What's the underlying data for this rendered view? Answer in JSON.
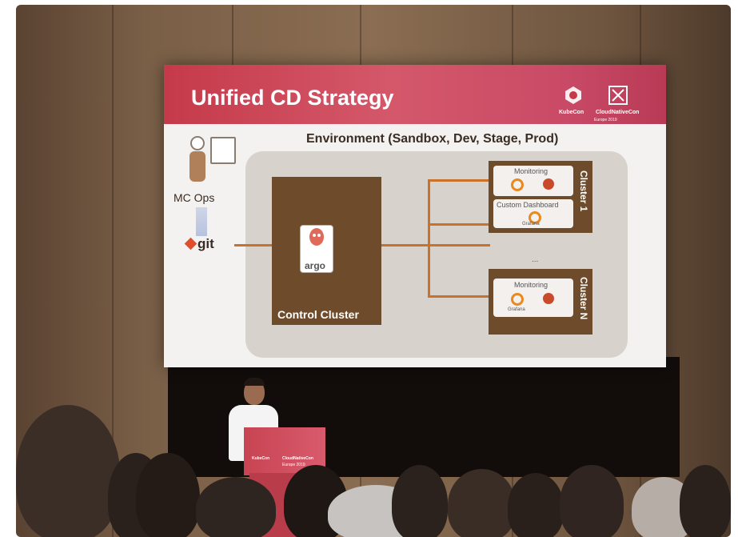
{
  "slide": {
    "title": "Unified CD Strategy",
    "environment_title": "Environment (Sandbox, Dev, Stage, Prod)",
    "mc_ops_label": "MC Ops",
    "git_label": "git",
    "argo_label": "argo",
    "control_cluster_label": "Control Cluster",
    "cluster_1_label": "Cluster 1",
    "cluster_n_label": "Cluster N",
    "monitoring_label": "Monitoring",
    "custom_dashboard_label": "Custom Dashboard",
    "grafana_label": "Grafana",
    "ellipsis": "...",
    "logos": {
      "kubecon": "KubeCon",
      "cloudnativecon": "CloudNativeCon",
      "event": "Europe 2019"
    }
  },
  "podium": {
    "kubecon": "KubeCon",
    "cloudnativecon": "CloudNativeCon",
    "event": "Europe 2019"
  },
  "colors": {
    "header": "#c53a4a",
    "cluster_brown": "#6e4b2b",
    "arrow": "#c9722c",
    "env_box": "#d8d2cd",
    "wall": "#7a5f47"
  },
  "icons": [
    "person-icon",
    "screen-icon",
    "git-icon",
    "argo-icon",
    "grafana-icon",
    "prometheus-icon",
    "kubecon-logo",
    "cncf-logo"
  ]
}
